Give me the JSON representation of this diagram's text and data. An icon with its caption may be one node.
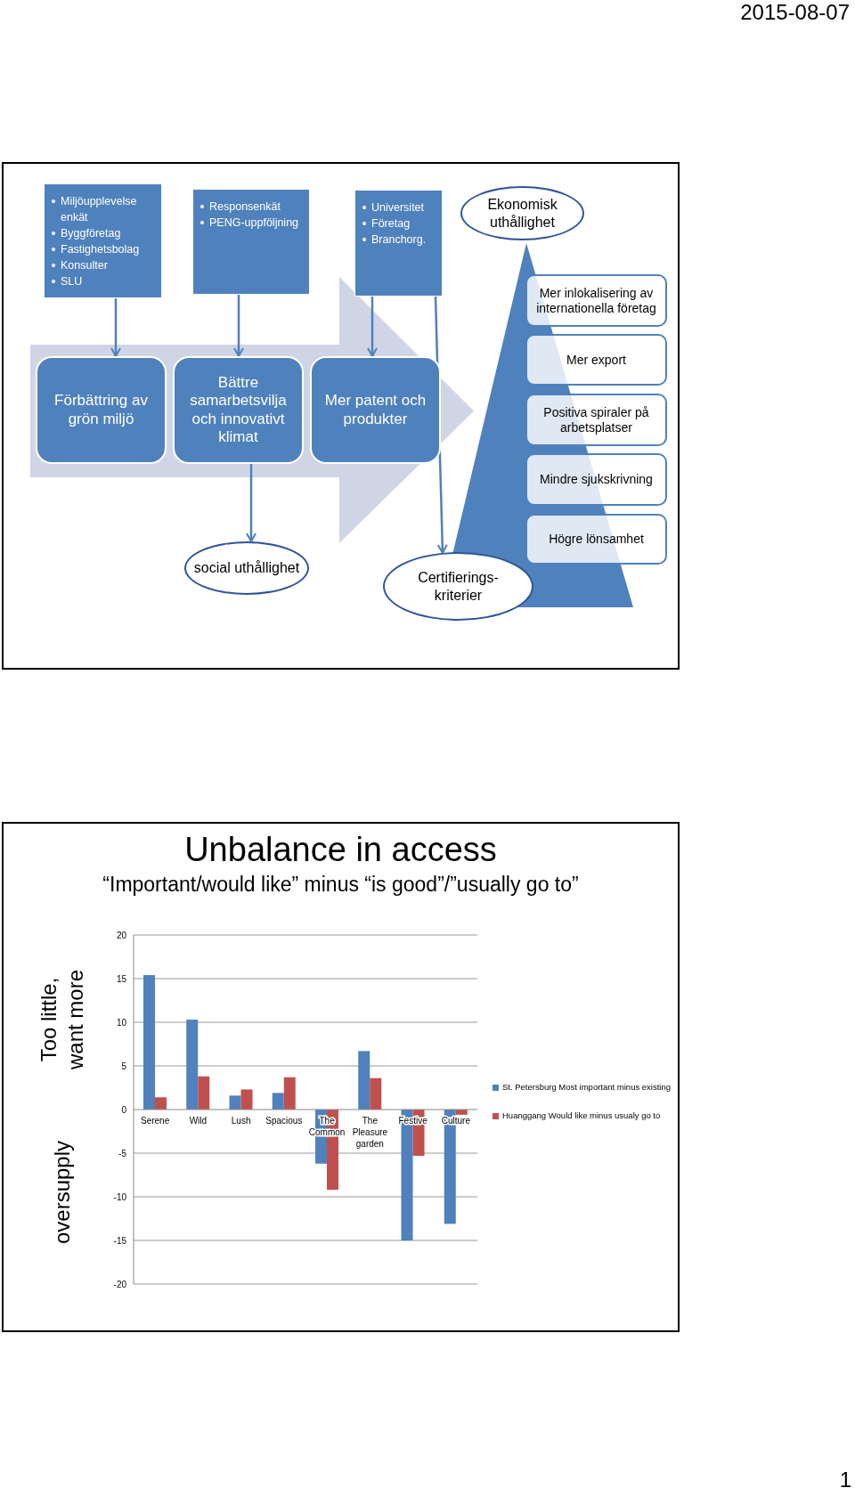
{
  "diagram": {
    "nodes": [
      {
        "text": [
          "Miljöupplevelse enkät",
          "Byggföretag",
          "Fastighetsbolag",
          "Konsulter",
          "SLU"
        ]
      },
      {
        "text": [
          "Responsenkät",
          "PENG-uppföljning"
        ]
      },
      {
        "text": [
          "Universitet",
          "Företag",
          "Branchorg."
        ]
      },
      {
        "text": [
          "Ekonomisk uthållighet"
        ]
      },
      {
        "text": [
          "Mer inlokalisering av internationella företag"
        ]
      },
      {
        "text": [
          "Förbättring av grön miljö"
        ]
      },
      {
        "text": [
          "Bättre samarbetsvilja och innovativt klimat"
        ]
      },
      {
        "text": [
          "Mer patent och produkter"
        ]
      },
      {
        "text": [
          "Mer export"
        ]
      },
      {
        "text": [
          "Positiva spiraler på arbetsplatser"
        ]
      },
      {
        "text": [
          "Mindre sjukskrivning"
        ]
      },
      {
        "text": [
          "social uthållighet"
        ]
      },
      {
        "text": [
          "Högre lönsamhet"
        ]
      },
      {
        "text": [
          "Certifierings- kriterier"
        ]
      }
    ],
    "edges": [
      {
        "from": 0,
        "to": 5,
        "arrow": "to"
      },
      {
        "from": 1,
        "to": 6,
        "arrow": "to"
      },
      {
        "from": 2,
        "to": 7,
        "arrow": "to"
      },
      {
        "from": 6,
        "to": 11,
        "arrow": "to"
      },
      {
        "from": 2,
        "to": 13,
        "arrow": "to"
      },
      {
        "from": 5,
        "to": 7,
        "arrow": "to",
        "style": "thick",
        "color": "#d0d5e6"
      }
    ],
    "labels": [
      "2015-08-07",
      "“Important/would like” minus “is good”/”usually go to”",
      "Too little, want more",
      "oversupply",
      "1"
    ],
    "chart_data": {
      "type": "bar",
      "title": "Unbalance in access",
      "categories": [
        "Serene",
        "Wild",
        "Lush",
        "Spacious",
        "The Common",
        "The Pleasure garden",
        "Festive",
        "Culture"
      ],
      "series": [
        {
          "name": "St. Petersburg Most important minus existing",
          "color": "#4f81bd",
          "values": [
            15.4,
            10.3,
            1.6,
            1.9,
            -6.2,
            6.7,
            -15,
            -13.1
          ]
        },
        {
          "name": "Huanggang Would like minus usualy go to",
          "color": "#c0504d",
          "values": [
            1.4,
            3.8,
            2.3,
            3.7,
            -9.2,
            3.6,
            -5.3,
            -0.6
          ]
        }
      ],
      "ylim": [
        -20,
        20
      ],
      "yticks": [
        -20,
        -15,
        -10,
        -5,
        0,
        5,
        10,
        15,
        20
      ],
      "grid": true,
      "legend": "right"
    }
  }
}
